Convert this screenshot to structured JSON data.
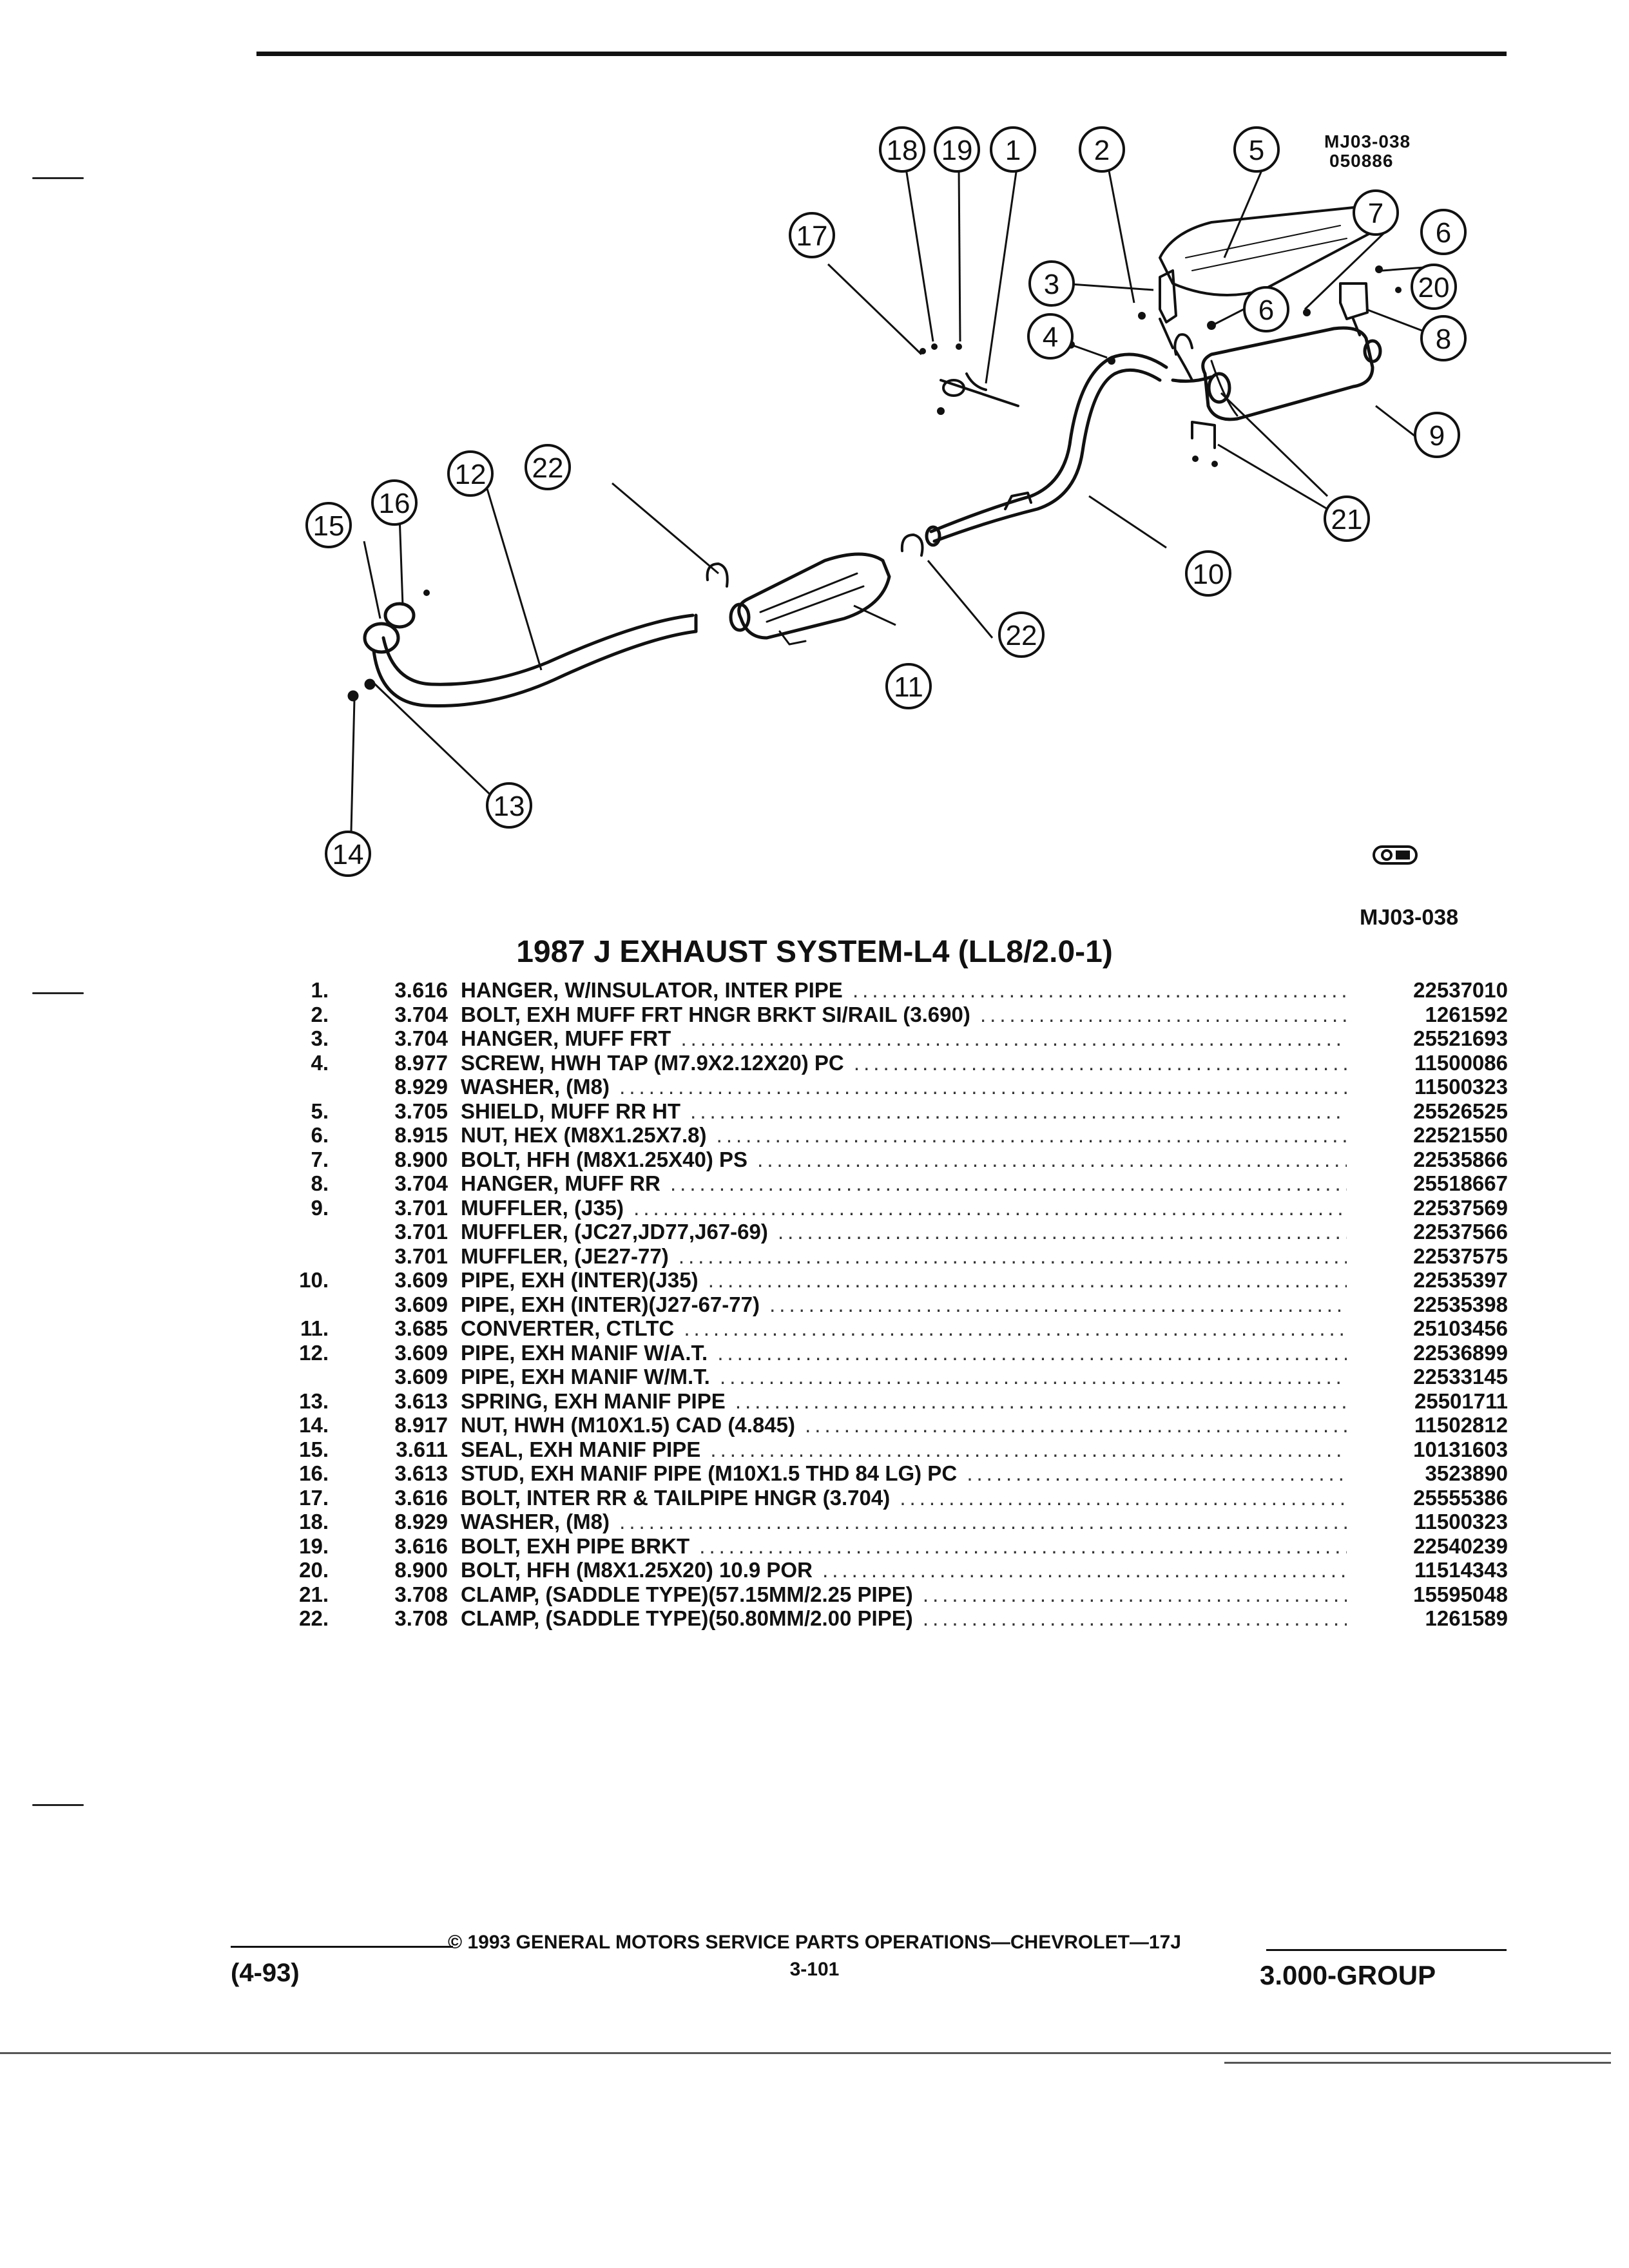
{
  "figure": {
    "code": "MJ03-038",
    "code_suffix": "050886",
    "id_label": "MJ03-038",
    "callouts": [
      "1",
      "2",
      "3",
      "4",
      "5",
      "6",
      "6",
      "7",
      "8",
      "9",
      "10",
      "11",
      "12",
      "13",
      "14",
      "15",
      "16",
      "17",
      "18",
      "19",
      "20",
      "21",
      "22",
      "22"
    ]
  },
  "title": "1987 J EXHAUST SYSTEM-L4 (LL8/2.0-1)",
  "parts": [
    {
      "num": "1.",
      "group": "3.616",
      "name": "HANGER",
      "spec": ", W/INSULATOR, INTER PIPE",
      "pn": "22537010"
    },
    {
      "num": "2.",
      "group": "3.704",
      "name": "BOLT",
      "spec": ", EXH MUFF FRT HNGR BRKT SI/RAIL (3.690)",
      "pn": "1261592"
    },
    {
      "num": "3.",
      "group": "3.704",
      "name": "HANGER",
      "spec": ", MUFF FRT",
      "pn": "25521693"
    },
    {
      "num": "4.",
      "group": "8.977",
      "name": "SCREW",
      "spec": ", HWH TAP (M7.9X2.12X20) PC",
      "pn": "11500086"
    },
    {
      "num": "",
      "group": "8.929",
      "name": "WASHER",
      "spec": ", (M8)",
      "pn": "11500323"
    },
    {
      "num": "5.",
      "group": "3.705",
      "name": "SHIELD",
      "spec": ", MUFF RR HT",
      "pn": "25526525"
    },
    {
      "num": "6.",
      "group": "8.915",
      "name": "NUT",
      "spec": ", HEX (M8X1.25X7.8)",
      "pn": "22521550"
    },
    {
      "num": "7.",
      "group": "8.900",
      "name": "BOLT",
      "spec": ", HFH (M8X1.25X40) PS",
      "pn": "22535866"
    },
    {
      "num": "8.",
      "group": "3.704",
      "name": "HANGER",
      "spec": ", MUFF RR",
      "pn": "25518667"
    },
    {
      "num": "9.",
      "group": "3.701",
      "name": "MUFFLER",
      "spec": ", (J35)",
      "pn": "22537569"
    },
    {
      "num": "",
      "group": "3.701",
      "name": "MUFFLER",
      "spec": ", (JC27,JD77,J67-69)",
      "pn": "22537566"
    },
    {
      "num": "",
      "group": "3.701",
      "name": "MUFFLER",
      "spec": ", (JE27-77)",
      "pn": "22537575"
    },
    {
      "num": "10.",
      "group": "3.609",
      "name": "PIPE",
      "spec": ", EXH (INTER)(J35)",
      "pn": "22535397"
    },
    {
      "num": "",
      "group": "3.609",
      "name": "PIPE",
      "spec": ", EXH (INTER)(J27-67-77)",
      "pn": "22535398"
    },
    {
      "num": "11.",
      "group": "3.685",
      "name": "CONVERTER",
      "spec": ", CTLTC",
      "pn": "25103456"
    },
    {
      "num": "12.",
      "group": "3.609",
      "name": "PIPE",
      "spec": ", EXH MANIF W/A.T.",
      "pn": "22536899"
    },
    {
      "num": "",
      "group": "3.609",
      "name": "PIPE",
      "spec": ", EXH MANIF W/M.T.",
      "pn": "22533145"
    },
    {
      "num": "13.",
      "group": "3.613",
      "name": "SPRING",
      "spec": ", EXH MANIF PIPE",
      "pn": "25501711"
    },
    {
      "num": "14.",
      "group": "8.917",
      "name": "NUT",
      "spec": ", HWH (M10X1.5) CAD (4.845)",
      "pn": "11502812"
    },
    {
      "num": "15.",
      "group": "3.611",
      "name": "SEAL",
      "spec": ", EXH MANIF PIPE",
      "pn": "10131603"
    },
    {
      "num": "16.",
      "group": "3.613",
      "name": "STUD",
      "spec": ", EXH MANIF PIPE (M10X1.5 THD 84 LG) PC",
      "pn": "3523890"
    },
    {
      "num": "17.",
      "group": "3.616",
      "name": "BOLT",
      "spec": ", INTER RR & TAILPIPE HNGR (3.704)",
      "pn": "25555386"
    },
    {
      "num": "18.",
      "group": "8.929",
      "name": "WASHER",
      "spec": ", (M8)",
      "pn": "11500323"
    },
    {
      "num": "19.",
      "group": "3.616",
      "name": "BOLT",
      "spec": ", EXH PIPE BRKT",
      "pn": "22540239"
    },
    {
      "num": "20.",
      "group": "8.900",
      "name": "BOLT",
      "spec": ", HFH (M8X1.25X20) 10.9 POR",
      "pn": "11514343"
    },
    {
      "num": "21.",
      "group": "3.708",
      "name": "CLAMP",
      "spec": ", (SADDLE TYPE)(57.15MM/2.25 PIPE)",
      "pn": "15595048"
    },
    {
      "num": "22.",
      "group": "3.708",
      "name": "CLAMP",
      "spec": ", (SADDLE TYPE)(50.80MM/2.00 PIPE)",
      "pn": "1261589"
    }
  ],
  "footer": {
    "copyright": "© 1993 GENERAL MOTORS SERVICE PARTS OPERATIONS—CHEVROLET—17J",
    "page": "3-101",
    "date": "(4-93)",
    "group": "3.000-GROUP"
  }
}
